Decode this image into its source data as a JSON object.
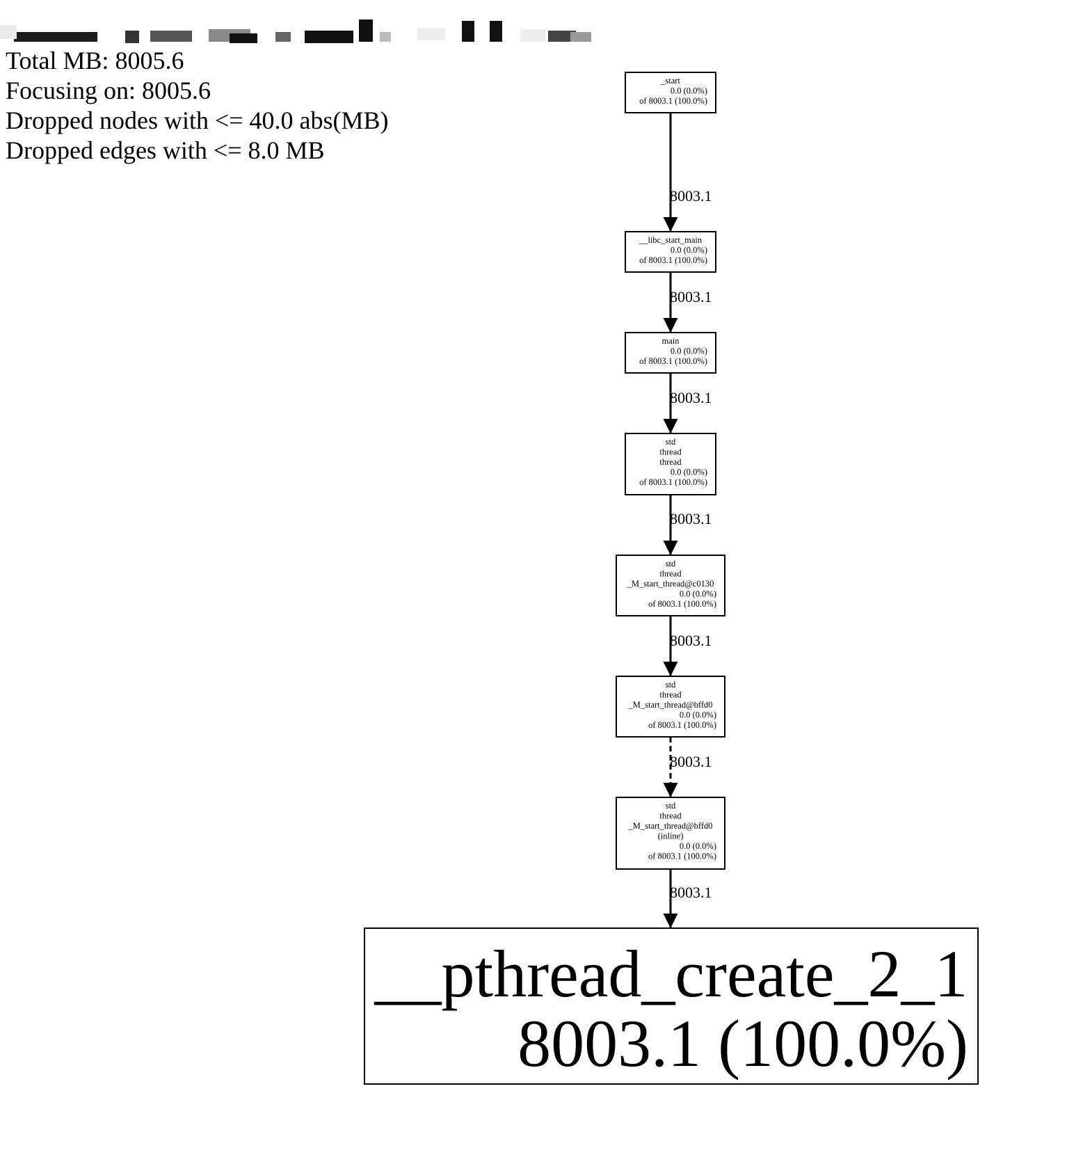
{
  "header": {
    "total": "Total MB: 8005.6",
    "focus": "Focusing on: 8005.6",
    "dropped_nodes": "Dropped nodes with <= 40.0 abs(MB)",
    "dropped_edges": "Dropped edges with <= 8.0 MB"
  },
  "nodes": [
    {
      "id": "n0",
      "lines": [
        "_start"
      ],
      "flat": "0.0 (0.0%)",
      "cum": "of 8003.1 (100.0%)"
    },
    {
      "id": "n1",
      "lines": [
        "__libc_start_main"
      ],
      "flat": "0.0 (0.0%)",
      "cum": "of 8003.1 (100.0%)"
    },
    {
      "id": "n2",
      "lines": [
        "main"
      ],
      "flat": "0.0 (0.0%)",
      "cum": "of 8003.1 (100.0%)"
    },
    {
      "id": "n3",
      "lines": [
        "std",
        "thread",
        "thread"
      ],
      "flat": "0.0 (0.0%)",
      "cum": "of 8003.1 (100.0%)"
    },
    {
      "id": "n4",
      "lines": [
        "std",
        "thread",
        "_M_start_thread@c0130"
      ],
      "flat": "0.0 (0.0%)",
      "cum": "of 8003.1 (100.0%)"
    },
    {
      "id": "n5",
      "lines": [
        "std",
        "thread",
        "_M_start_thread@bffd0"
      ],
      "flat": "0.0 (0.0%)",
      "cum": "of 8003.1 (100.0%)"
    },
    {
      "id": "n6",
      "lines": [
        "std",
        "thread",
        "_M_start_thread@bffd0",
        "(inline)"
      ],
      "flat": "0.0 (0.0%)",
      "cum": "of 8003.1 (100.0%)"
    }
  ],
  "leaf": {
    "name": "__pthread_create_2_1",
    "value": "8003.1 (100.0%)"
  },
  "edges": [
    {
      "label": "8003.1",
      "style": "solid"
    },
    {
      "label": "8003.1",
      "style": "solid"
    },
    {
      "label": "8003.1",
      "style": "solid"
    },
    {
      "label": "8003.1",
      "style": "solid"
    },
    {
      "label": "8003.1",
      "style": "solid"
    },
    {
      "label": "8003.1",
      "style": "dashed"
    },
    {
      "label": "8003.1",
      "style": "solid"
    }
  ],
  "colors": {
    "stroke": "#000000",
    "background": "#ffffff"
  }
}
